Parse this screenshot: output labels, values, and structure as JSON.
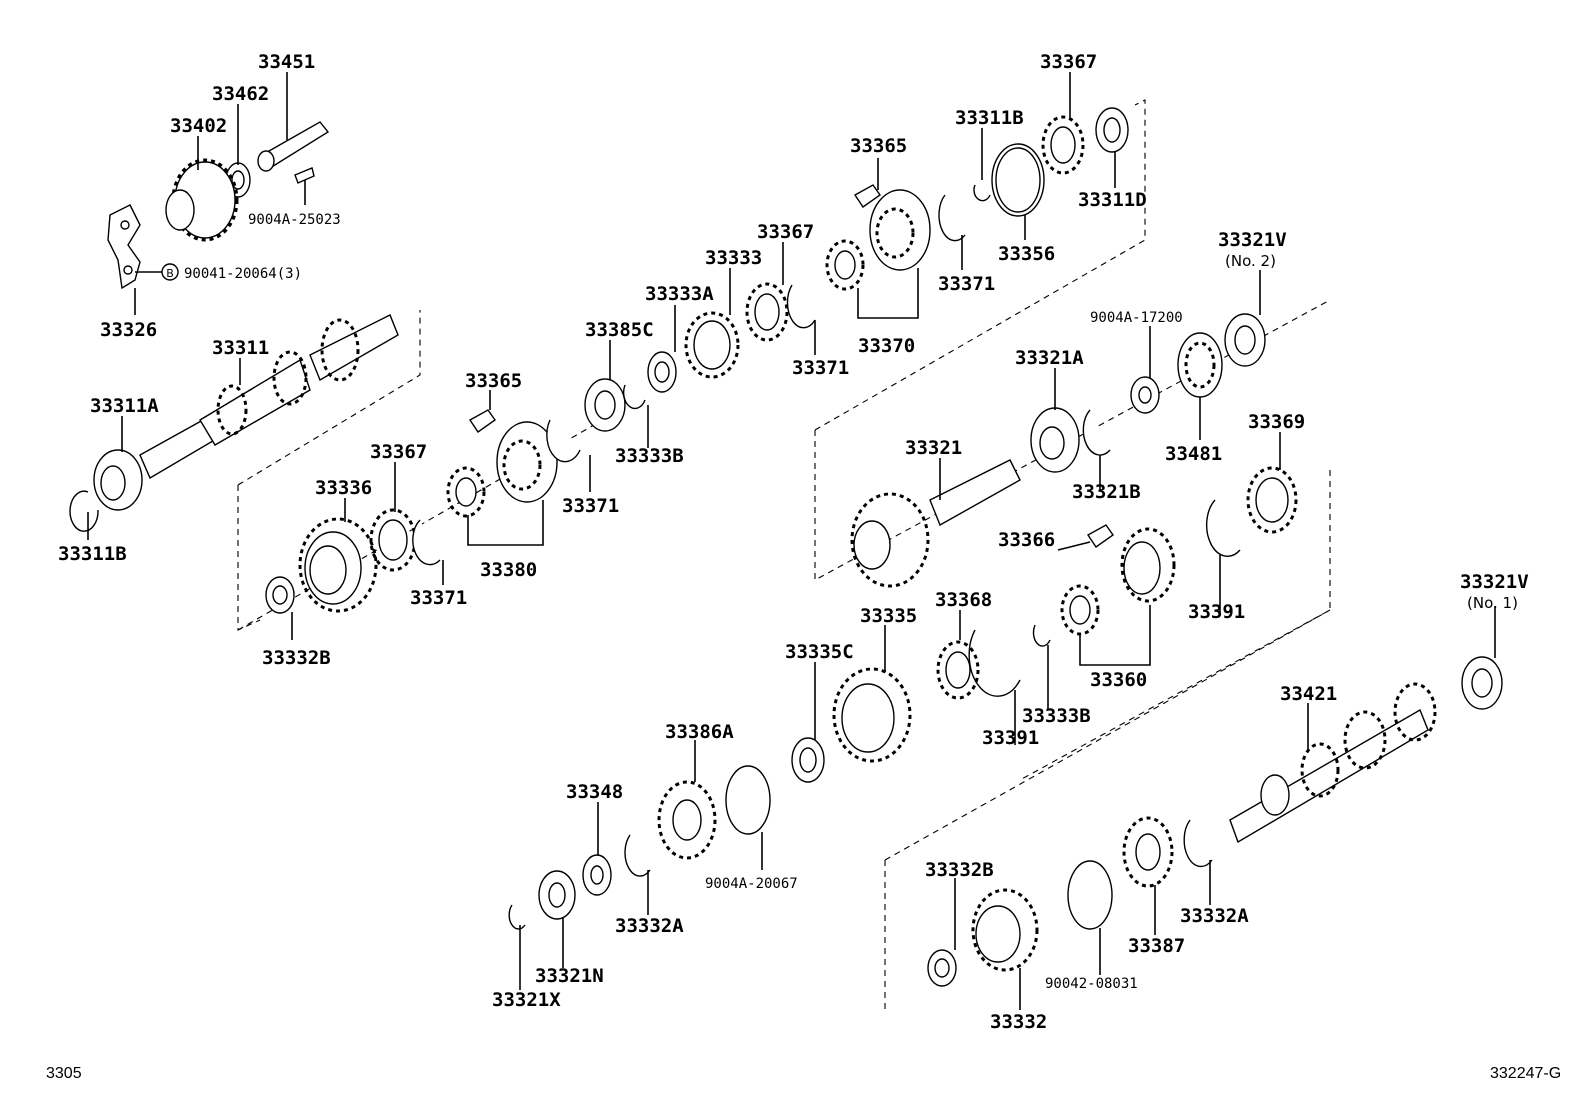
{
  "diagram": {
    "labels": {
      "p33451": "33451",
      "p33462": "33462",
      "p33402": "33402",
      "p9004A25023": "9004A-25023",
      "p90041": "90041-20064(3)",
      "circle_b": "B",
      "p33326": "33326",
      "p33311": "33311",
      "p33311A": "33311A",
      "p33311B_left": "33311B",
      "p33365_a": "33365",
      "p33367_a": "33367",
      "p33336": "33336",
      "p33371_a": "33371",
      "p33380": "33380",
      "p33332B_a": "33332B",
      "p33371_b": "33371",
      "p33385C": "33385C",
      "p33333B_a": "33333B",
      "p33333A": "33333A",
      "p33333": "33333",
      "p33367_b": "33367",
      "p33371_c": "33371",
      "p33370": "33370",
      "p33365_b": "33365",
      "p33311B_top": "33311B",
      "p33371_d": "33371",
      "p33356": "33356",
      "p33367_c": "33367",
      "p33311D": "33311D",
      "p33321V_2": "33321V",
      "no2": "(No. 2)",
      "p9004A17200": "9004A-17200",
      "p33321A": "33321A",
      "p33481": "33481",
      "p33321": "33321",
      "p33321B": "33321B",
      "p33369": "33369",
      "p33366": "33366",
      "p33391_a": "33391",
      "p33360": "33360",
      "p33368": "33368",
      "p33335": "33335",
      "p33335C": "33335C",
      "p33391_b": "33391",
      "p33333B_b": "33333B",
      "p33321V_1": "33321V",
      "no1": "(No. 1)",
      "p33421": "33421",
      "p33386A": "33386A",
      "p33348": "33348",
      "p9004A20067": "9004A-20067",
      "p33332A_a": "33332A",
      "p33321N": "33321N",
      "p33321X": "33321X",
      "p33332B_b": "33332B",
      "p33387": "33387",
      "p33332A_b": "33332A",
      "p90042": "90042-08031",
      "p33332": "33332"
    },
    "corner_left": "3305",
    "corner_right": "332247-G"
  }
}
